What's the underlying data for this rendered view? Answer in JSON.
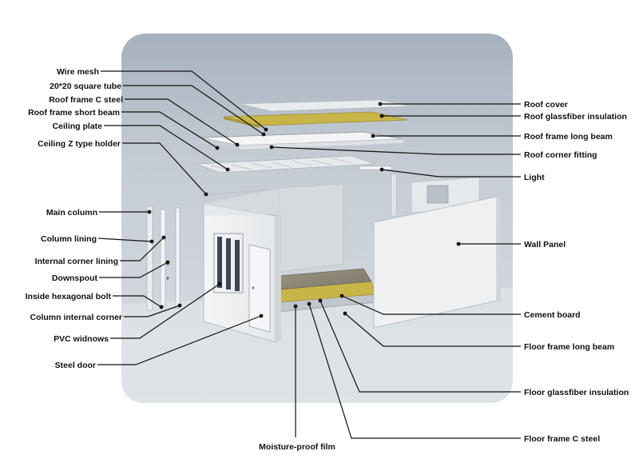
{
  "labels_left": [
    {
      "id": "wire-mesh",
      "text": "Wire mesh"
    },
    {
      "id": "square-tube",
      "text": "20*20 square tube"
    },
    {
      "id": "roof-frame-c-steel",
      "text": "Roof frame C steel"
    },
    {
      "id": "roof-frame-short-beam",
      "text": "Roof frame short beam"
    },
    {
      "id": "ceiling-plate",
      "text": "Ceiling plate"
    },
    {
      "id": "ceiling-z-holder",
      "text": "Ceiling Z type holder"
    },
    {
      "id": "main-column",
      "text": "Main column"
    },
    {
      "id": "column-lining",
      "text": "Column lining"
    },
    {
      "id": "internal-corner-lining",
      "text": "Internal corner lining"
    },
    {
      "id": "downspout",
      "text": "Downspout"
    },
    {
      "id": "inside-hexagonal-bolt",
      "text": "Inside hexagonal bolt"
    },
    {
      "id": "column-internal-corner",
      "text": "Column internal corner"
    },
    {
      "id": "pvc-windows",
      "text": "PVC widnows"
    },
    {
      "id": "steel-door",
      "text": "Steel door"
    }
  ],
  "labels_right": [
    {
      "id": "roof-cover",
      "text": "Roof cover"
    },
    {
      "id": "roof-glassfiber-insulation",
      "text": "Roof glassfiber insulation"
    },
    {
      "id": "roof-frame-long-beam",
      "text": "Roof frame long beam"
    },
    {
      "id": "roof-corner-fitting",
      "text": "Roof corner fitting"
    },
    {
      "id": "light",
      "text": "Light"
    },
    {
      "id": "wall-panel",
      "text": "Wall Panel"
    },
    {
      "id": "cement-board",
      "text": "Cement board"
    },
    {
      "id": "floor-frame-long-beam",
      "text": "Floor frame long beam"
    },
    {
      "id": "floor-glassfiber-insulation",
      "text": "Floor glassfiber insulation"
    },
    {
      "id": "floor-frame-c-steel",
      "text": "Floor frame C steel"
    }
  ],
  "labels_bottom": [
    {
      "id": "moisture-proof-film",
      "text": "Moisture-proof film"
    }
  ],
  "colors": {
    "backdrop": "#c9d0d8",
    "panel": "#eef0f2",
    "insulation": "#c8b548",
    "floor_board": "#8b8575",
    "leader": "#111111"
  }
}
